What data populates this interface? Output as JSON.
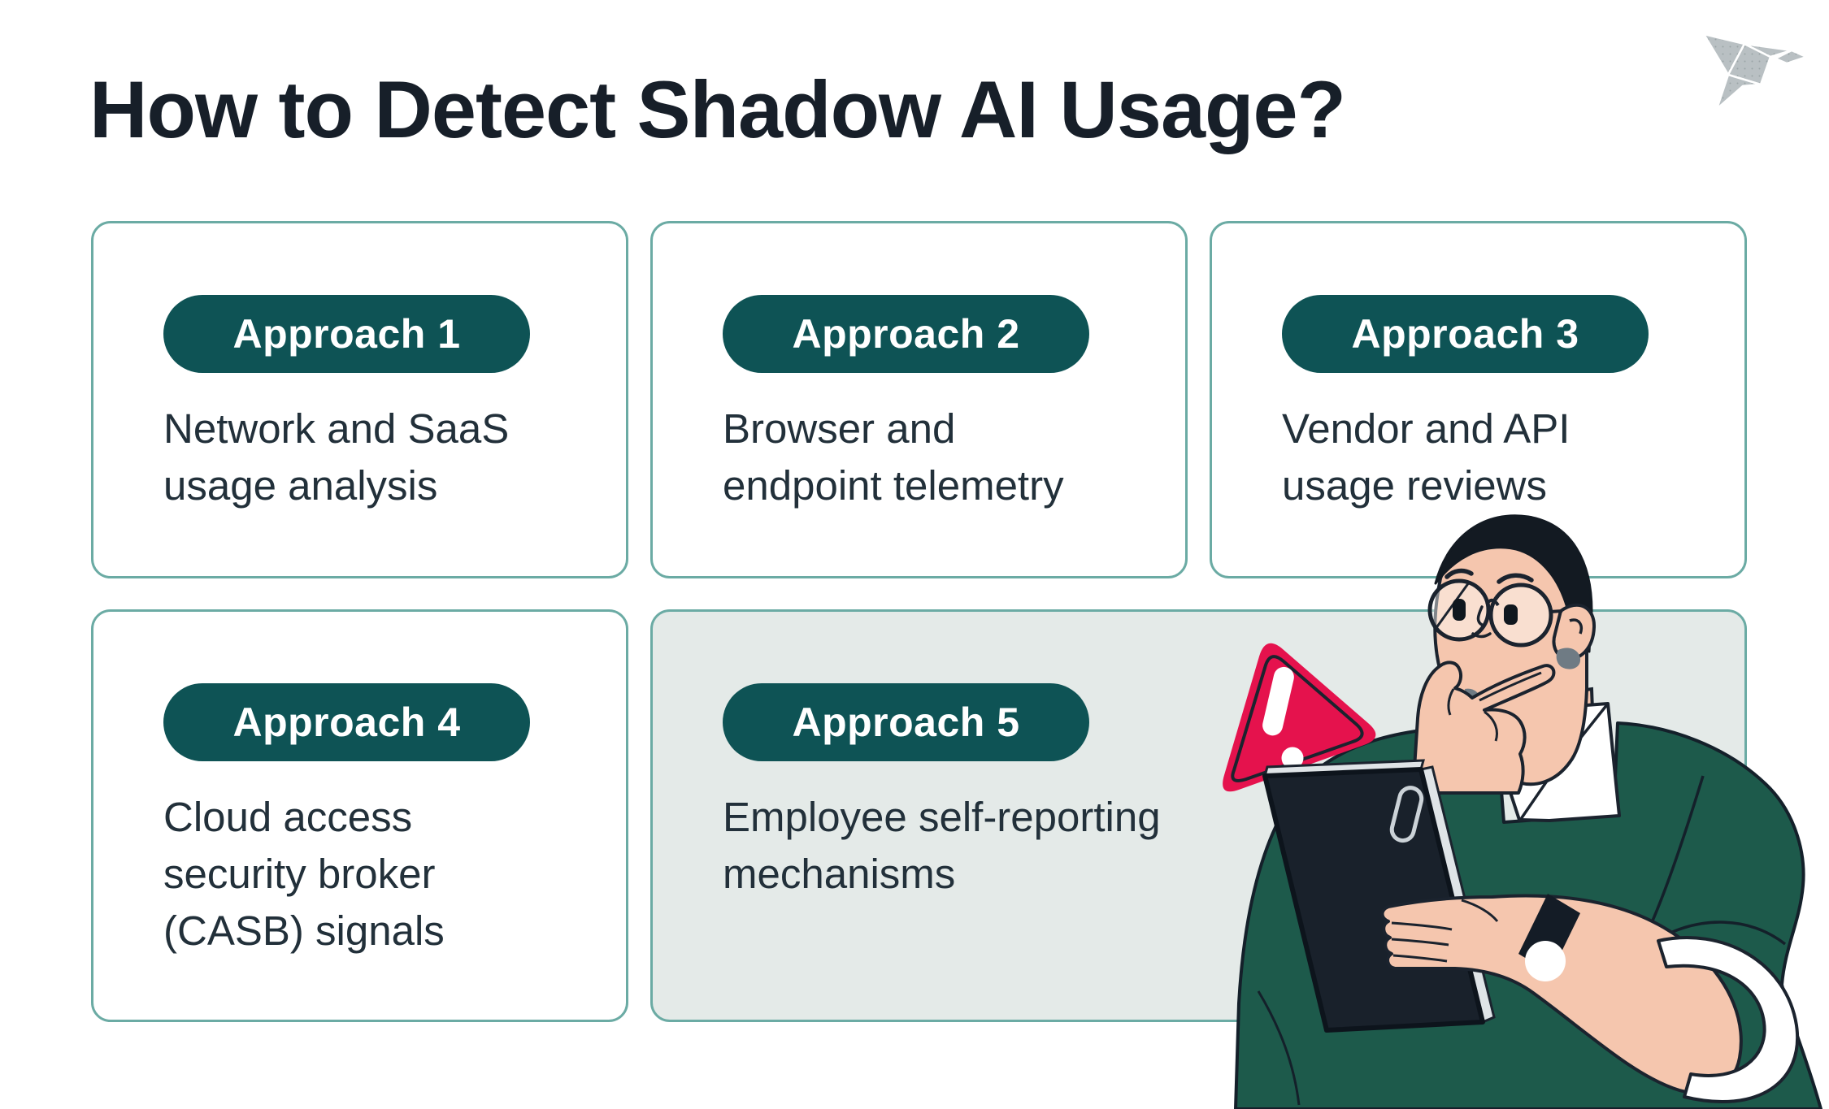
{
  "page": {
    "title": "How to Detect Shadow AI Usage?"
  },
  "logo": {
    "name": "origami-bird-logo",
    "color": "#b9c0c3"
  },
  "theme": {
    "badge_bg": "#0e5355",
    "badge_text": "#ffffff",
    "card_border": "#6baba4",
    "highlight_card_bg": "#e4eae8",
    "title_color": "#171f29",
    "body_color": "#22303a",
    "alert_red": "#e5124d",
    "sweater_green": "#1d5a4b",
    "skin": "#f5c6ae",
    "tablet_dark": "#19212b"
  },
  "cards": [
    {
      "badge": "Approach 1",
      "lines": [
        "Network and SaaS",
        "usage analysis"
      ],
      "highlighted": false
    },
    {
      "badge": "Approach 2",
      "lines": [
        "Browser and",
        "endpoint telemetry"
      ],
      "highlighted": false
    },
    {
      "badge": "Approach 3",
      "lines": [
        "Vendor and API",
        "usage reviews"
      ],
      "highlighted": false
    },
    {
      "badge": "Approach 4",
      "lines": [
        "Cloud access",
        "security broker",
        "(CASB) signals"
      ],
      "highlighted": false
    },
    {
      "badge": "Approach 5",
      "lines": [
        "Employee self-reporting",
        "mechanisms"
      ],
      "highlighted": true
    }
  ],
  "illustration": {
    "elements": [
      "warning-triangle-icon",
      "exclamation-icon",
      "thinking-man",
      "tablet",
      "wristwatch",
      "rolled-sleeve-cuff"
    ]
  }
}
